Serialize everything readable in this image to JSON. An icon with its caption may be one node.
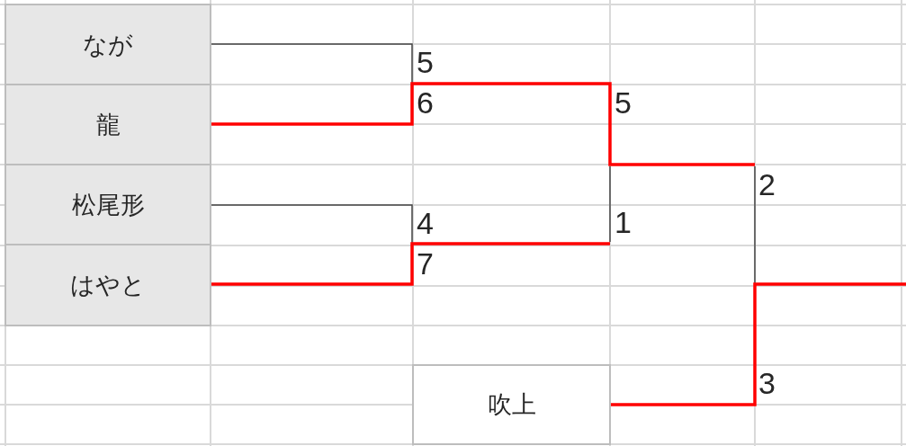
{
  "diagram": {
    "nodes": [
      {
        "text": [
          "なが"
        ]
      },
      {
        "text": [
          "龍"
        ]
      },
      {
        "text": [
          "松尾形"
        ]
      },
      {
        "text": [
          "はやと"
        ]
      },
      {
        "text": [
          "吹上"
        ]
      }
    ],
    "edges": [
      {
        "from": 0,
        "to": null,
        "arrow": "none",
        "color": "#444444"
      },
      {
        "from": 1,
        "to": null,
        "arrow": "none"
      },
      {
        "from": 2,
        "to": null,
        "arrow": "none",
        "color": "#444444"
      },
      {
        "from": 3,
        "to": null,
        "arrow": "none"
      },
      {
        "from": 4,
        "to": null,
        "arrow": "none"
      }
    ],
    "labels": [
      "5",
      "6",
      "5",
      "2",
      "4",
      "1",
      "7",
      "3"
    ]
  }
}
